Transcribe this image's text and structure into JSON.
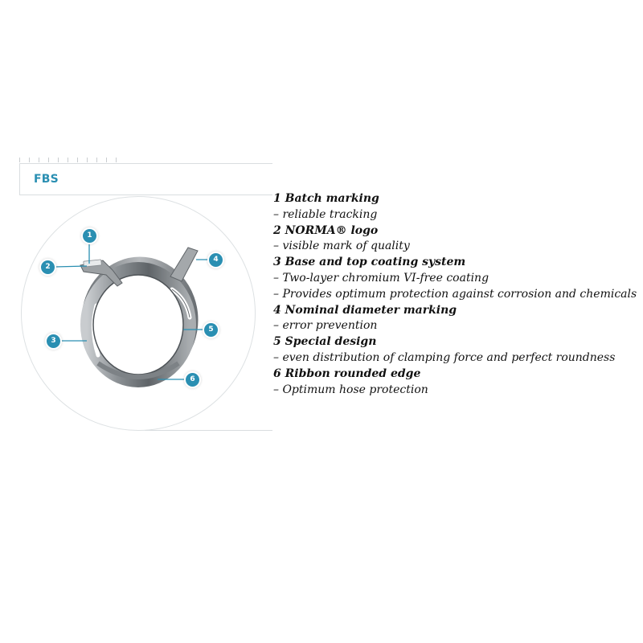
{
  "product": {
    "label": "FBS"
  },
  "markers": [
    {
      "num": "1"
    },
    {
      "num": "2"
    },
    {
      "num": "3"
    },
    {
      "num": "4"
    },
    {
      "num": "5"
    },
    {
      "num": "6"
    }
  ],
  "features": [
    {
      "title": "1 Batch marking",
      "details": [
        "– reliable tracking"
      ]
    },
    {
      "title": "2 NORMA® logo",
      "details": [
        "– visible mark of quality"
      ]
    },
    {
      "title": "3 Base and top coating system",
      "details": [
        "– Two-layer chromium VI-free coating",
        "– Provides optimum protection against corrosion and chemicals"
      ]
    },
    {
      "title": "4 Nominal diameter marking",
      "details": [
        "– error prevention"
      ]
    },
    {
      "title": "5 Special design",
      "details": [
        "– even distribution of clamping force and perfect roundness"
      ]
    },
    {
      "title": "6 Ribbon rounded edge",
      "details": [
        "– Optimum hose protection"
      ]
    }
  ],
  "colors": {
    "accent": "#2a8fb2",
    "clamp_metal": "#8a8f93"
  }
}
